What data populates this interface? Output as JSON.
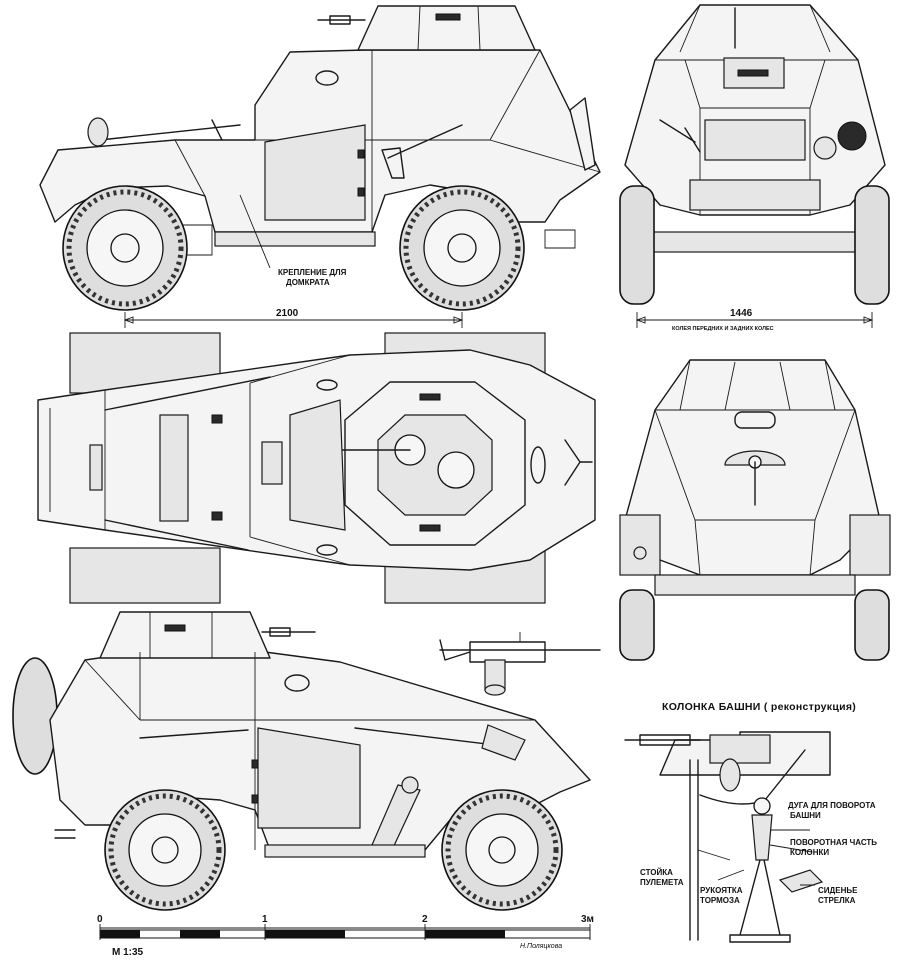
{
  "labels": {
    "jack_mount_line1": "КРЕПЛЕНИЕ ДЛЯ",
    "jack_mount_line2": "ДОМКРАТА",
    "wheelbase": "2100",
    "track": "1446",
    "track_caption": "КОЛЕЯ ПЕРЕДНИХ И ЗАДНИХ КОЛЕС",
    "turret_column_title": "КОЛОНКА БАШНИ ( реконструкция)",
    "arc_line1": "ДУГА ДЛЯ ПОВОРОТА",
    "arc_line2": "БАШНИ",
    "rotary_line1": "ПОВОРОТНАЯ ЧАСТЬ",
    "rotary_line2": "КОЛОНКИ",
    "mg_stand_line1": "СТОЙКА",
    "mg_stand_line2": "ПУЛЕМЕТА",
    "brake_line1": "РУКОЯТКА",
    "brake_line2": "ТОРМОЗА",
    "seat_line1": "СИДЕНЬЕ",
    "seat_line2": "СТРЕЛКА",
    "author": "Н.Поляцкова"
  },
  "scale": {
    "ratio": "М 1:35",
    "ticks": [
      "0",
      "1",
      "2",
      "3м"
    ]
  },
  "colors": {
    "line": "#1a1a1a",
    "fill": "#f4f4f4",
    "background": "#ffffff"
  }
}
